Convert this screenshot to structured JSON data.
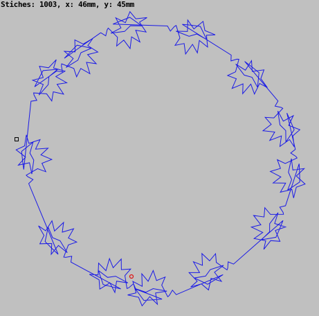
{
  "status": {
    "text": "Stiches: 1003, x: 46mm, y: 45mm"
  },
  "colors": {
    "background": "#c0c0c0",
    "stitch_line": "#1a1ae6",
    "current_marker": "#e01010",
    "start_marker": "#000000"
  },
  "icons": {
    "current_position": "red-circle-marker",
    "start_position": "black-square-marker"
  }
}
